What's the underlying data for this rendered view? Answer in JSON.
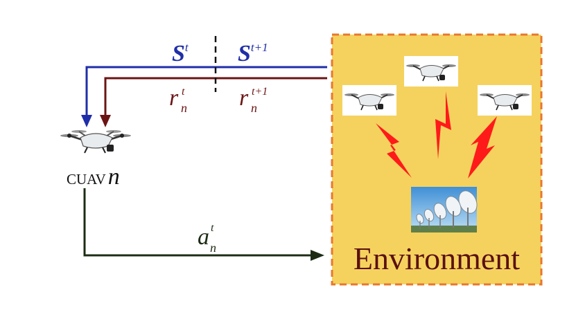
{
  "colors": {
    "state": "#1f2ea8",
    "reward": "#6b1414",
    "action": "#1c2c14",
    "env_fill": "#f5d25e",
    "env_border": "#e8772e",
    "env_text": "#5a1010",
    "lightning": "#ff1a1a"
  },
  "labels": {
    "state_t": {
      "base": "S",
      "sup": "t"
    },
    "state_t1": {
      "base": "S",
      "sup": "t+1"
    },
    "reward_t": {
      "base": "r",
      "sup": "t",
      "sub": "n"
    },
    "reward_t1": {
      "base": "r",
      "sup": "t+1",
      "sub": "n"
    },
    "action": {
      "base": "a",
      "sup": "t",
      "sub": "n"
    },
    "agent": {
      "prefix": "CUAV",
      "var": "n"
    },
    "environment": "Environment"
  },
  "icons": {
    "agent": "drone-icon",
    "environment_drones": [
      "drone-icon",
      "drone-icon",
      "drone-icon"
    ],
    "base_station": "satellite-dish-icon",
    "links": [
      "lightning-icon",
      "lightning-icon",
      "lightning-icon"
    ]
  }
}
